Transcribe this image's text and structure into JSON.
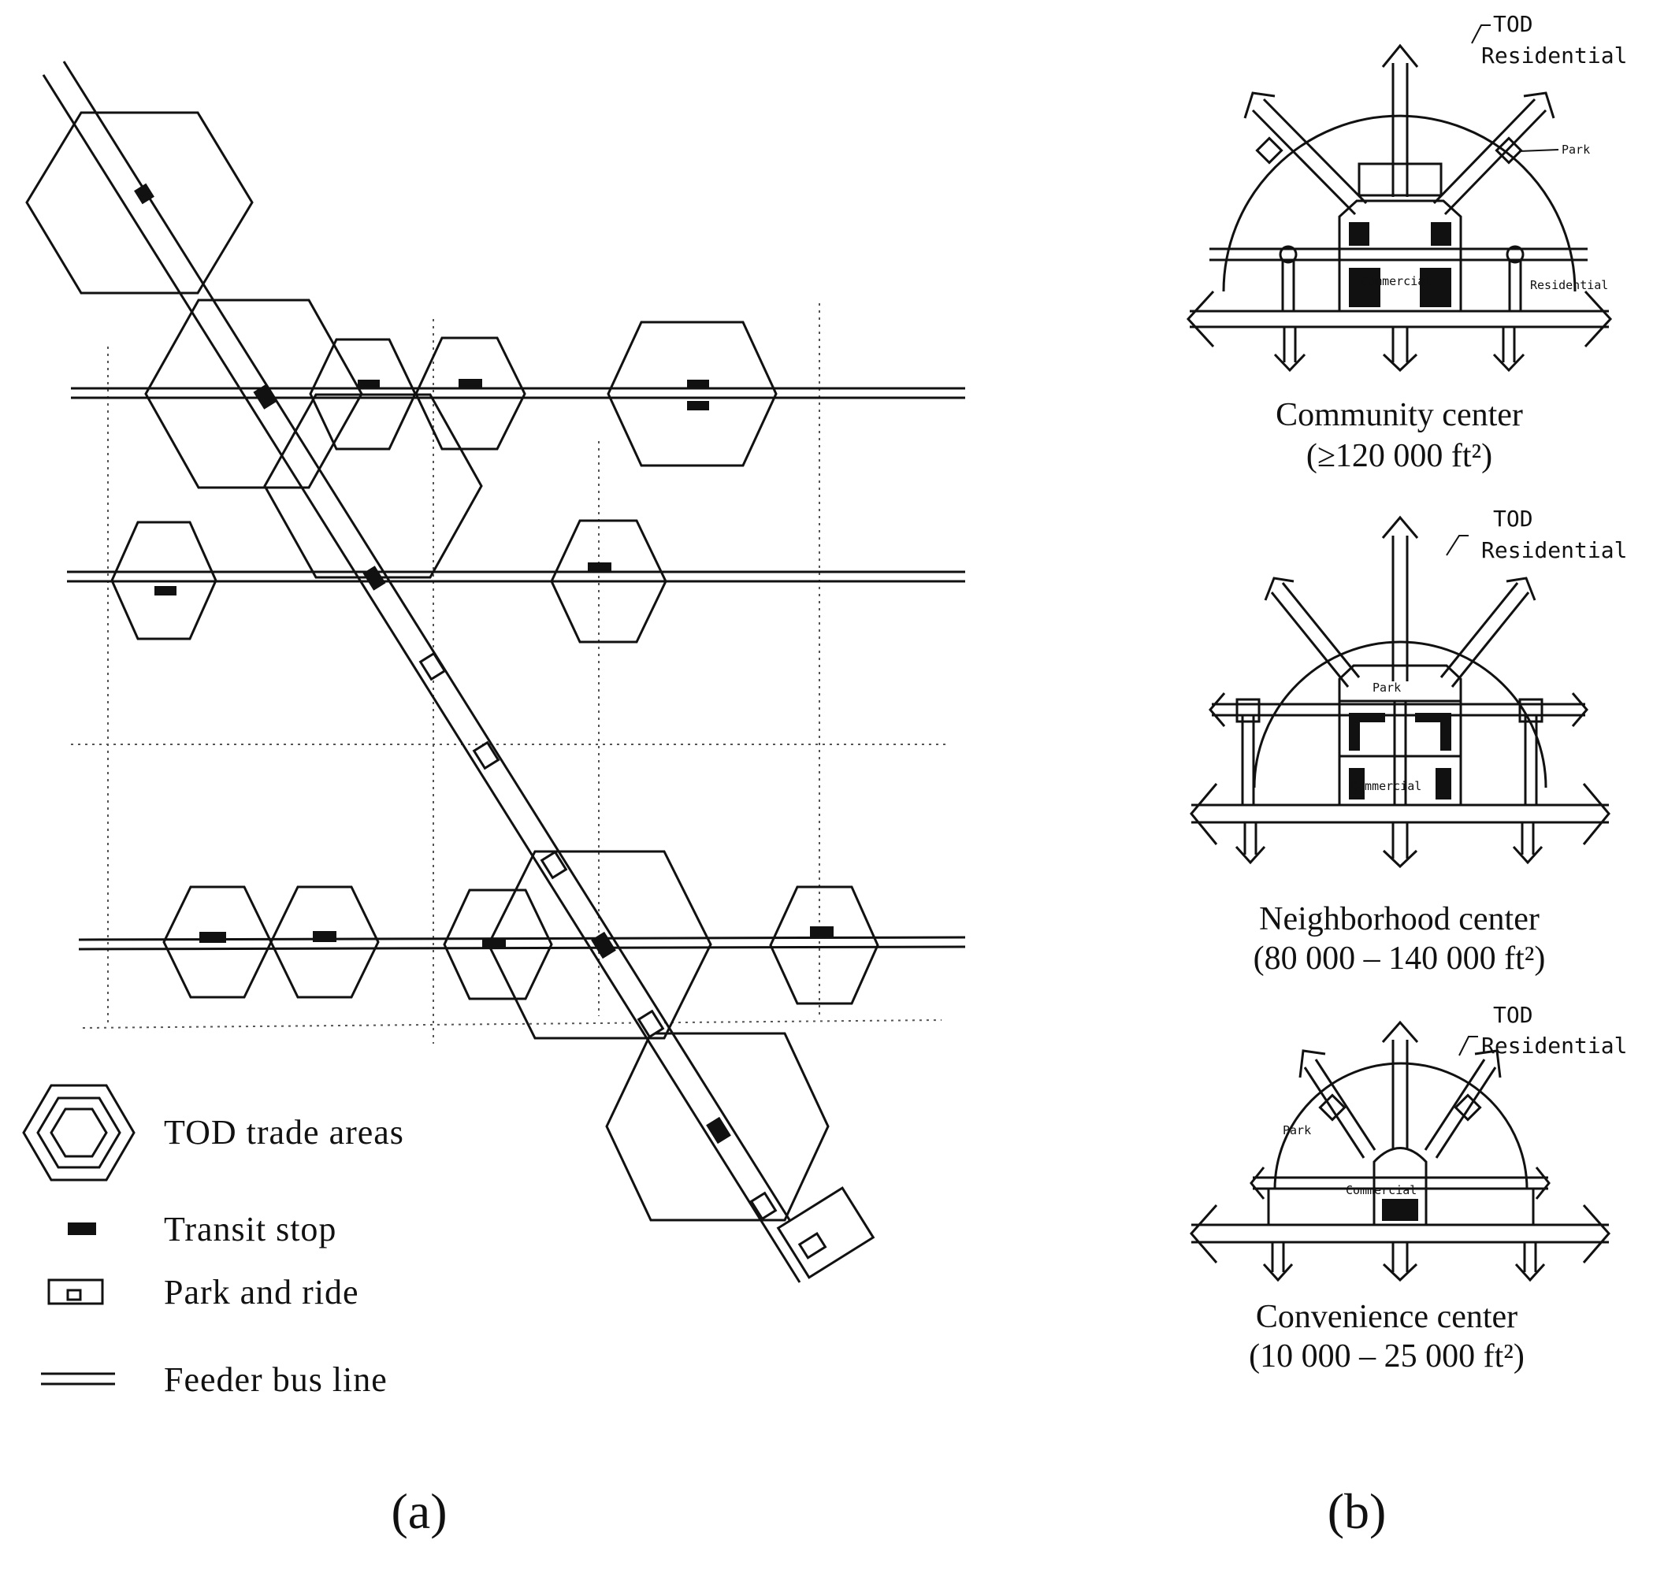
{
  "panel_a": {
    "label": "(a)",
    "legend": [
      {
        "id": "trade-areas",
        "text": "TOD trade areas"
      },
      {
        "id": "transit-stop",
        "text": "Transit stop"
      },
      {
        "id": "park-ride",
        "text": "Park and ride"
      },
      {
        "id": "bus-line",
        "text": "Feeder bus line"
      }
    ]
  },
  "panel_b": {
    "label": "(b)",
    "centers": [
      {
        "name": "Community center",
        "size": "(≥120 000 ft²)",
        "tod_label_1": "TOD",
        "tod_label_2": "Residential",
        "park_label": "Park",
        "commercial_label": "Commercial",
        "residential_label": "Residential"
      },
      {
        "name": "Neighborhood center",
        "size": "(80 000 – 140 000 ft²)",
        "tod_label_1": "TOD",
        "tod_label_2": "Residential",
        "park_label": "Park",
        "commercial_label": "Commercial"
      },
      {
        "name": "Convenience center",
        "size": "(10 000 – 25 000 ft²)",
        "tod_label_1": "TOD",
        "tod_label_2": "Residential",
        "park_label": "Park",
        "commercial_label": "Commercial"
      }
    ]
  }
}
